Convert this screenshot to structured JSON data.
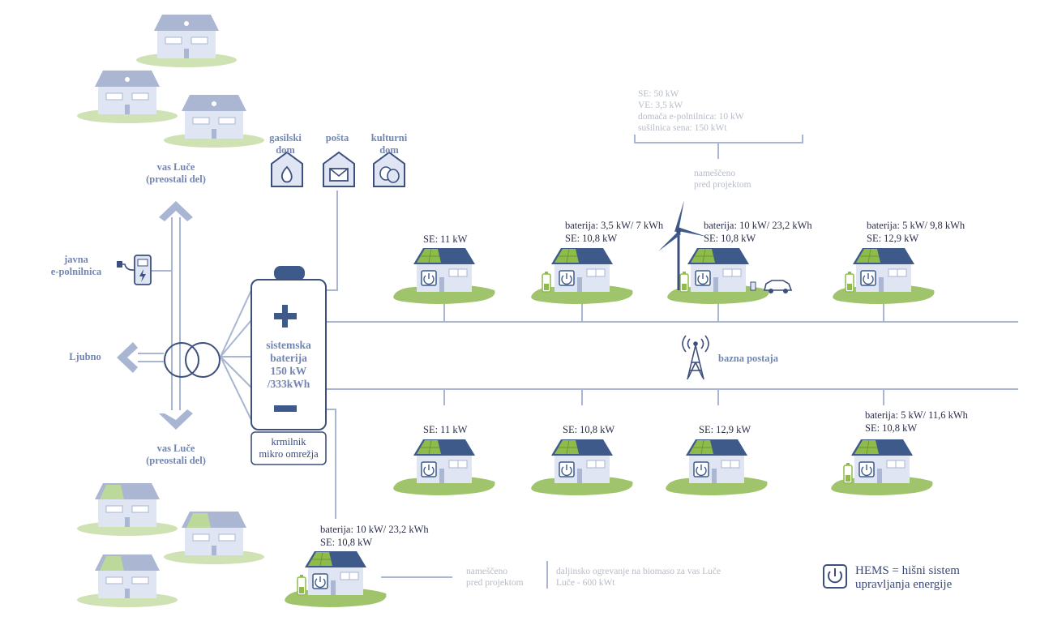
{
  "colors": {
    "line": "#a9b6d3",
    "accent": "#7386b3",
    "dark_blue": "#3d4f7c",
    "grass": "#9fc46b",
    "house_wall": "#dfe5f2",
    "roof": "#3d5a8a",
    "solar": "#8fbb4a"
  },
  "labels": {
    "vas_luce_top": "vas Luče\n(preostali del)",
    "vas_luce_bottom": "vas Luče\n(preostali del)",
    "javna": "javna\ne-polnilnica",
    "ljubno": "Ljubno",
    "gasilski": "gasilski\ndom",
    "posta": "pošta",
    "kulturni": "kulturni\ndom",
    "battery": "sistemska\nbaterija\n150 kW\n/333kWh",
    "controller": "krmilnik\nmikro omrežja",
    "bazna": "bazna postaja",
    "se_info": "SE: 50 kW\nVE: 3,5 kW\ndomača e-polnilnica: 10 kW\nsušilnica sena: 150 kWt",
    "namesceno_top": "nameščeno\npred projektom",
    "namesceno_bottom": "nameščeno\npred projektom",
    "biomasa": "daljinsko ogrevanje na biomaso za vas Luče\nLuče - 600 kWt",
    "hems": "HEMS = hišni sistem\nupravljanja energije"
  },
  "houses_top": [
    {
      "text": "SE: 11 kW"
    },
    {
      "text": "baterija: 3,5 kW/ 7 kWh\nSE: 10,8 kW"
    },
    {
      "text": "baterija: 10 kW/ 23,2 kWh\nSE: 10,8 kW"
    },
    {
      "text": "baterija: 5 kW/ 9,8 kWh\nSE: 12,9 kW"
    }
  ],
  "houses_bottom": [
    {
      "text": "SE: 11 kW"
    },
    {
      "text": "SE: 10,8 kW"
    },
    {
      "text": "SE: 12,9 kW"
    },
    {
      "text": "baterija: 5 kW/ 11,6 kWh\nSE: 10,8 kW"
    }
  ],
  "house_extra": {
    "text": "baterija: 10 kW/ 23,2 kWh\nSE: 10,8 kW"
  }
}
